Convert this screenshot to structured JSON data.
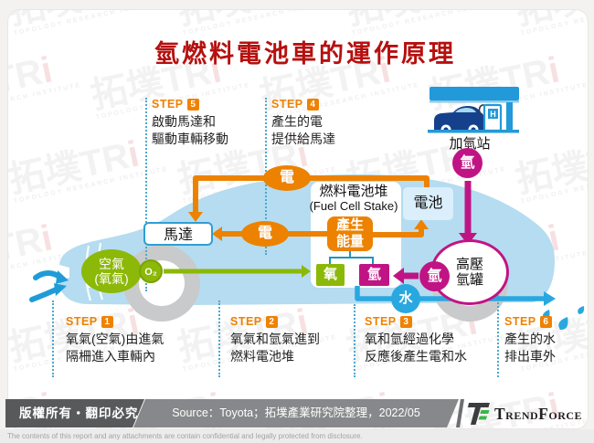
{
  "title": "氫燃料電池車的運作原理",
  "step_label": "STEP",
  "steps": [
    {
      "num": "1",
      "lines": [
        "氧氣(空氣)由進氣",
        "隔柵進入車輛內"
      ]
    },
    {
      "num": "2",
      "lines": [
        "氧氣和氫氣進到",
        "燃料電池堆"
      ]
    },
    {
      "num": "3",
      "lines": [
        "氧和氫經過化學",
        "反應後產生電和水"
      ]
    },
    {
      "num": "4",
      "lines": [
        "產生的電",
        "提供給馬達"
      ]
    },
    {
      "num": "5",
      "lines": [
        "啟動馬達和",
        "驅動車輛移動"
      ]
    },
    {
      "num": "6",
      "lines": [
        "產生的水",
        "排出車外"
      ]
    }
  ],
  "diagram": {
    "station": {
      "label": "加氫站",
      "pump_letter": "H"
    },
    "tank": {
      "line1": "高壓",
      "line2": "氫罐"
    },
    "fuel_cell": {
      "title_zh": "燃料電池堆",
      "title_en": "(Fuel Cell Stake)"
    },
    "energy": {
      "line1": "產生",
      "line2": "能量"
    },
    "battery": "電池",
    "motor": "馬達",
    "air": {
      "line1": "空氣",
      "line2": "(氧氣)"
    }
  },
  "badges": {
    "electric": "電",
    "hydrogen": "氫",
    "water": "水",
    "oxygen": "氧",
    "o2": "O₂"
  },
  "watermark": {
    "text": "拓墣TRi",
    "subtext": "TOPOLOGY RESEARCH INSTITUTE"
  },
  "footer": {
    "copyright": "版權所有‧翻印必究",
    "source": "Source：Toyota；拓墣產業研究院整理，2022/05",
    "brand": "TrendForce",
    "disclaimer": "The contents of this report and any attachments are contain confidential and legally protected from disclosure."
  },
  "colors": {
    "title_red": "#b6100f",
    "orange": "#ec8200",
    "magenta": "#c01485",
    "green": "#8cb808",
    "water_blue": "#29a8e0",
    "car_blue": "#b5dcf0",
    "station_blue": "#2299d8",
    "footer_dark": "#58595b",
    "footer_gray": "#87888b",
    "brand_green": "#3cb54a"
  }
}
